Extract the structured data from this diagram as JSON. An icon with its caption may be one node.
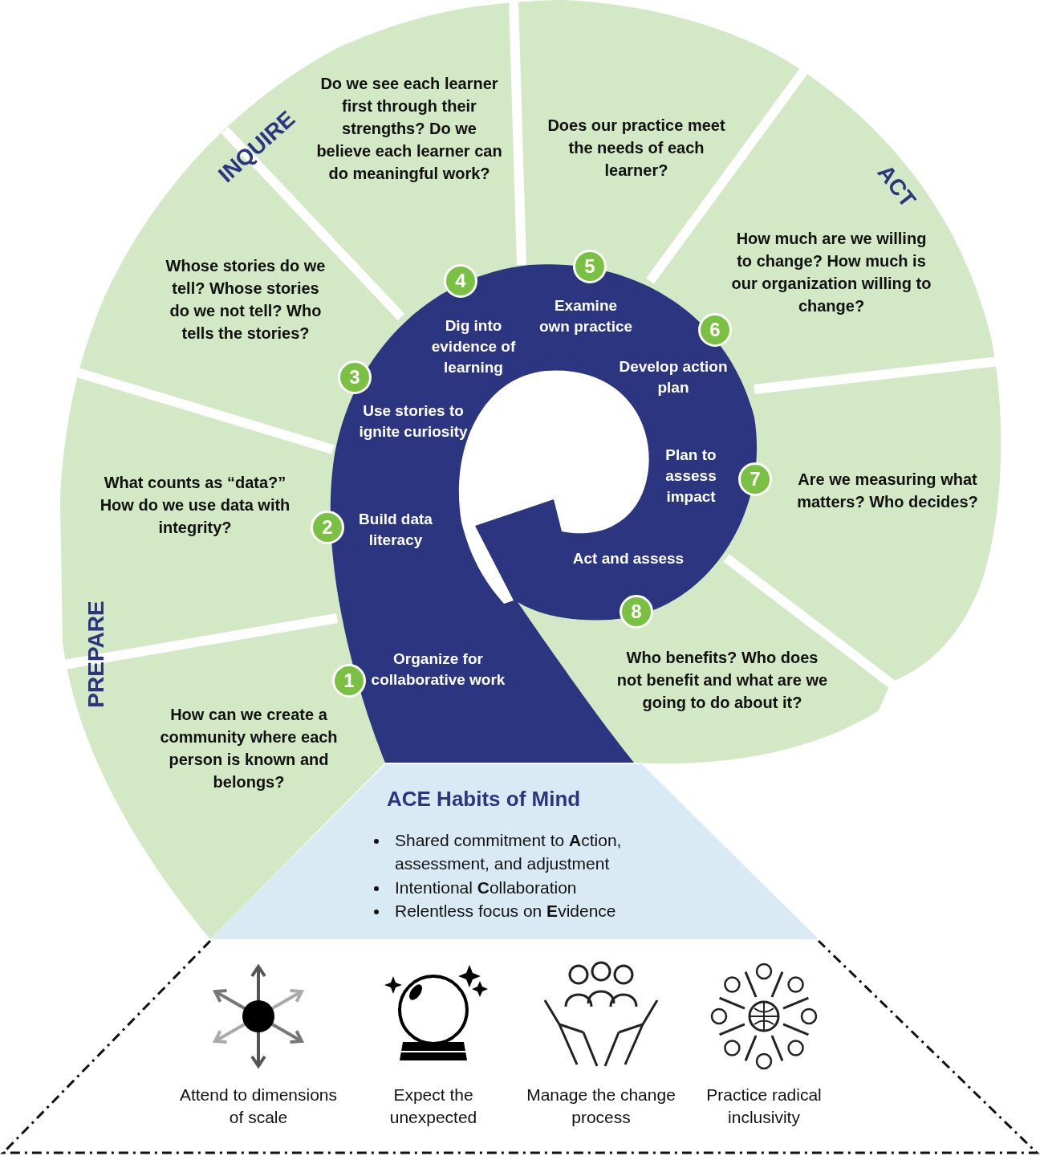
{
  "diagram": {
    "nodes": [
      {
        "text": [
          "How can we create a community where each person is known and belongs?"
        ]
      },
      {
        "text": [
          "What counts as “data?” How do we use data with integrity?"
        ]
      },
      {
        "text": [
          "Whose stories do we tell? Whose stories do we not tell? Who tells the stories?"
        ]
      },
      {
        "text": [
          "Do we see each learner first through their strengths? Do we believe each learner can do meaningful work?"
        ]
      },
      {
        "text": [
          "Does our practice meet the needs of each learner?"
        ]
      },
      {
        "text": [
          "How much are we willing to change? How much is our organization willing to change?"
        ]
      },
      {
        "text": [
          "Are we measuring what matters? Who decides?"
        ]
      },
      {
        "text": [
          "Who benefits? Who does not benefit and what are we going to do about it?"
        ]
      },
      {
        "text": [
          "1"
        ],
        "beside": [
          "Organize for collaborative work"
        ]
      },
      {
        "text": [
          "2"
        ],
        "beside": [
          "Build data literacy"
        ]
      },
      {
        "text": [
          "3"
        ],
        "beside": [
          "Use stories to ignite curiosity"
        ]
      },
      {
        "text": [
          "4"
        ],
        "beside": [
          "Dig into evidence of learning"
        ]
      },
      {
        "text": [
          "5"
        ],
        "beside": [
          "Examine own practice"
        ]
      },
      {
        "text": [
          "6"
        ],
        "beside": [
          "Develop action plan"
        ]
      },
      {
        "text": [
          "7"
        ],
        "beside": [
          "Plan to assess impact"
        ]
      },
      {
        "text": [
          "8"
        ],
        "beside": [
          "Act and assess"
        ]
      },
      {
        "text": [
          "ACE Habits of Mind",
          "Shared commitment to **A**ction, assessment, and adjustment",
          "Intentional **C**ollaboration",
          "Relentless focus on **E**vidence"
        ]
      },
      {
        "text": [
          "Attend to dimensions of scale",
          "Expect the unexpected",
          "Manage the change process",
          "Practice radical inclusivity"
        ]
      }
    ],
    "labels": [
      "INQUIRE",
      "ACT",
      "PREPARE"
    ]
  }
}
